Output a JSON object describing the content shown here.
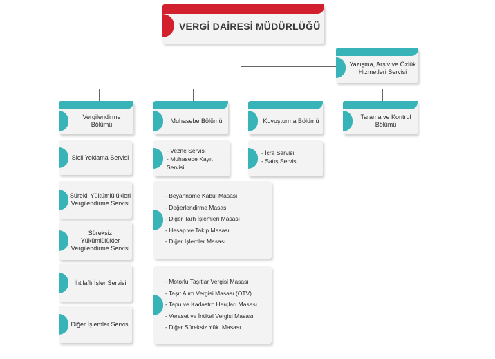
{
  "colors": {
    "red": "#d3202e",
    "teal": "#38b4b8",
    "box": "#f3f3f3",
    "line": "#666666"
  },
  "root": {
    "title": "VERGİ DAİRESİ MÜDÜRLÜĞÜ"
  },
  "staff_unit": {
    "label": "Yazışma, Arşiv ve Özlük Hizmetleri Servisi"
  },
  "departments": [
    {
      "label": "Vergilendirme Bölümü"
    },
    {
      "label": "Muhasebe Bölümü"
    },
    {
      "label": "Kovuşturma Bölümü"
    },
    {
      "label": "Tarama ve Kontrol Bölümü"
    }
  ],
  "vergilendirme_services": [
    {
      "label": "Sicil Yoklama Servisi"
    },
    {
      "label": "Sürekli Yükümlülükleri Vergilendirme Servisi"
    },
    {
      "label": "Süreksiz Yükümlülükler Vergilendirme Servisi"
    },
    {
      "label": "İhtilaflı İşler Servisi"
    },
    {
      "label": "Diğer İşlemler Servisi"
    }
  ],
  "muhasebe_services": [
    "- Vezne Servisi",
    "- Muhasebe Kayıt Servisi"
  ],
  "kovusturma_services": [
    "- İcra Servisi",
    "- Satış Servisi"
  ],
  "muhasebe_desks_1": [
    "- Beyanname Kabul Masası",
    "- Değerlendirme Masası",
    "- Diğer Tarh İşlemleri Masası",
    "- Hesap ve Takip Masası",
    "- Diğer İşlemler Masası"
  ],
  "muhasebe_desks_2": [
    "- Motorlu Taşıtlar Vergisi Masası",
    "- Taşıt Alım Vergisi Masası (ÖTV)",
    "- Tapu ve Kadastro Harçları Masası",
    "- Veraset ve İntikal Vergisi Masası",
    "- Diğer Süreksiz Yük. Masası"
  ]
}
